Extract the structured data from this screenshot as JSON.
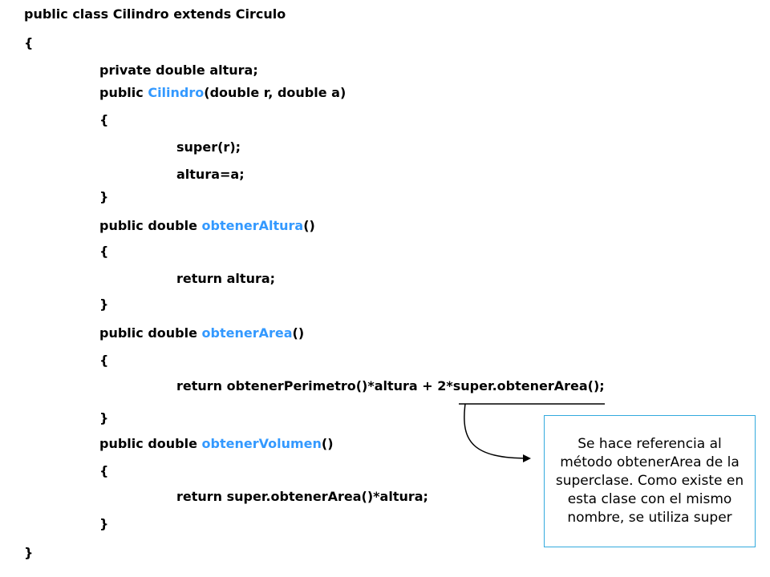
{
  "code": {
    "class_decl": "public class Cilindro extends Circulo",
    "open_class": "{",
    "field": "private double altura;",
    "ctor_prefix": "public ",
    "ctor_name": "Cilindro",
    "ctor_params": "(double r, double a)",
    "ctor_open": "{",
    "super_call": "super(r);",
    "assign": "altura=a;",
    "ctor_close": "}",
    "m1_prefix": "public double ",
    "m1_name": "obtenerAltura",
    "m1_params": "()",
    "m1_open": "{",
    "m1_body": "return altura;",
    "m1_close": "}",
    "m2_prefix": "public double ",
    "m2_name": "obtenerArea",
    "m2_params": "()",
    "m2_open": "{",
    "m2_body": "return obtenerPerimetro()*altura + 2*super.obtenerArea();",
    "m2_close": "}",
    "m3_prefix": "public double ",
    "m3_name": "obtenerVolumen",
    "m3_params": "()",
    "m3_open": "{",
    "m3_body": "return super.obtenerArea()*altura;",
    "m3_close": "}",
    "close_class": "}"
  },
  "callout": {
    "text": "Se hace referencia al método obtenerArea de la superclase. Como existe en esta clase con el mismo nombre, se utiliza super"
  },
  "colors": {
    "method_name": "#3399ff",
    "callout_border": "#33aadd",
    "text": "#000000"
  }
}
